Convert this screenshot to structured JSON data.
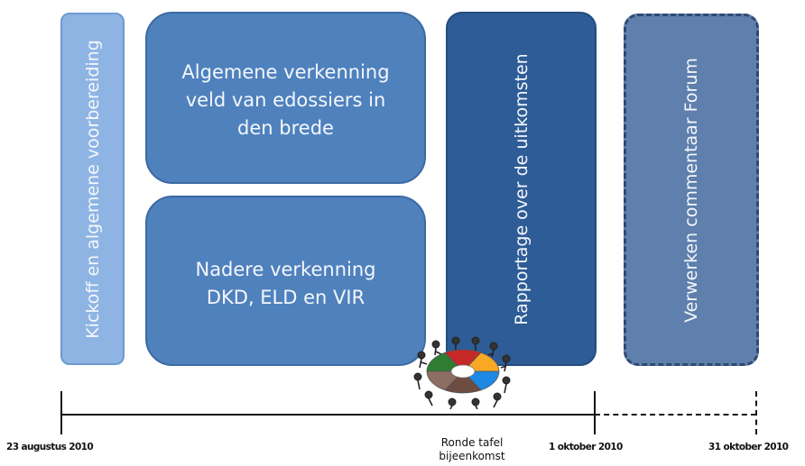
{
  "phases": {
    "kickoff": {
      "label": "Kickoff en algemene voorbereiding"
    },
    "general_exploration": {
      "label_lines": [
        "Algemene verkenning",
        "veld van edossiers in",
        "den brede"
      ]
    },
    "detailed_exploration": {
      "label_lines": [
        "Nadere verkenning",
        "DKD, ELD en VIR"
      ]
    },
    "reporting": {
      "label": "Rapportage  over de uitkomsten"
    },
    "forum": {
      "label": "Verwerken commentaar Forum"
    }
  },
  "timeline": {
    "start_date": "23 augustus 2010",
    "mid_date": "1 oktober 2010",
    "end_date": "31 oktober 2010",
    "meeting_caption_lines": [
      "Ronde tafel",
      "bijeenkomst"
    ]
  },
  "colors": {
    "kickoff_fill": "#8eb4e3",
    "kickoff_border": "#6d9ad0",
    "exploration_fill": "#4f81bd",
    "exploration_border": "#3c6aa3",
    "reporting_fill": "#2e5c96",
    "reporting_border": "#244c80",
    "forum_fill": "#5f7fac",
    "forum_border": "#2f4a72",
    "timeline": "#111111"
  },
  "icons": {
    "meeting": "round-table-meeting-icon"
  }
}
